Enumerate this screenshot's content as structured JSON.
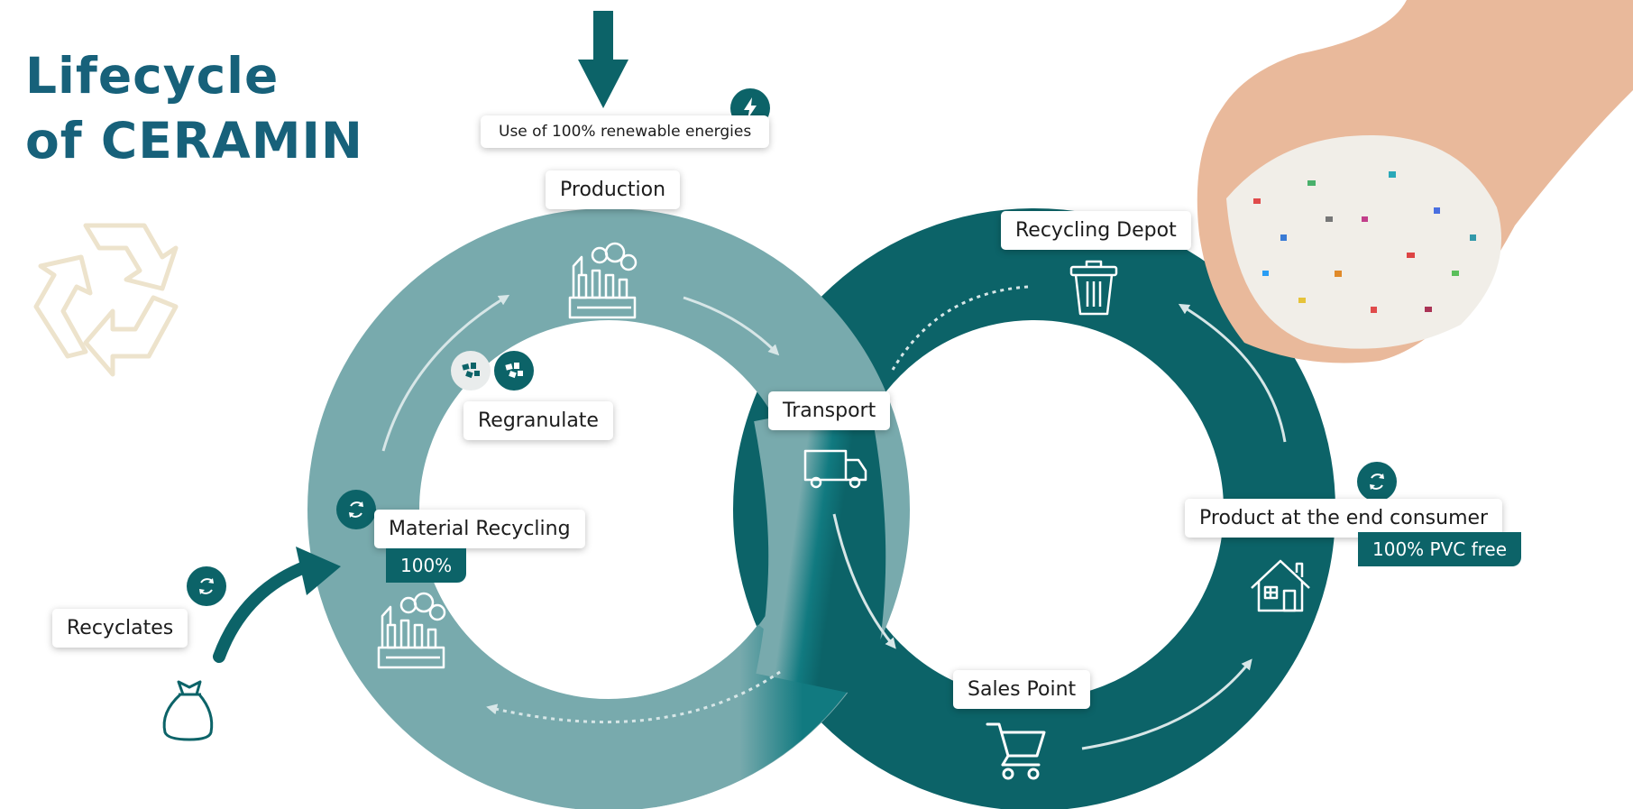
{
  "title": {
    "line1": "Lifecycle",
    "line2": "of CERAMIN"
  },
  "stages": {
    "renewable": "Use of 100% renewable energies",
    "production": "Production",
    "regranulate": "Regranulate",
    "material_recycling": "Material Recycling",
    "material_recycling_tag": "100%",
    "recyclates": "Recyclates",
    "transport": "Transport",
    "recycling_depot": "Recycling Depot",
    "end_consumer": "Product at the end consumer",
    "end_consumer_tag": "100% PVC free",
    "sales_point": "Sales Point"
  },
  "colors": {
    "light_ring": "#78aaad",
    "dark_ring": "#0c6368",
    "mid_ring": "#117a80",
    "title": "#17617a",
    "recycle_symbol": "#ede3cc"
  },
  "icons": [
    "down-arrow-icon",
    "lightning-icon",
    "factory-icon",
    "granules-icon",
    "recycle-icon",
    "truck-icon",
    "trash-can-icon",
    "house-icon",
    "shopping-cart-icon",
    "bag-icon",
    "recycle-symbol-icon",
    "hands-with-granules-photo"
  ]
}
